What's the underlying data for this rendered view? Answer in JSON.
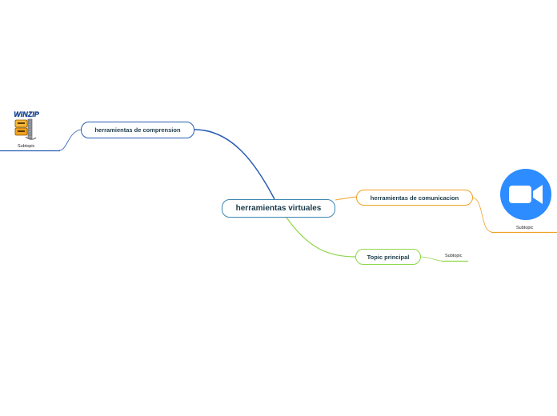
{
  "root": {
    "label": "herramientas virtuales"
  },
  "branches": [
    {
      "id": "compresion",
      "label": "herramientas de comprension",
      "color": "#2a5db3",
      "subtopic": {
        "label": "Subtopic",
        "icon": "winzip-icon",
        "icon_text": "WINZIP"
      }
    },
    {
      "id": "comunicacion",
      "label": "herramientas de comunicacion",
      "color": "#f0a020",
      "subtopic": {
        "label": "Subtopic",
        "icon": "zoom-video-camera-icon"
      }
    },
    {
      "id": "topic",
      "label": "Topic principal",
      "color": "#8ed64a",
      "subtopic": {
        "label": "Subtopic"
      }
    }
  ],
  "colors": {
    "root_border": "#3a86b0",
    "zoom_blue": "#2d8cff"
  }
}
